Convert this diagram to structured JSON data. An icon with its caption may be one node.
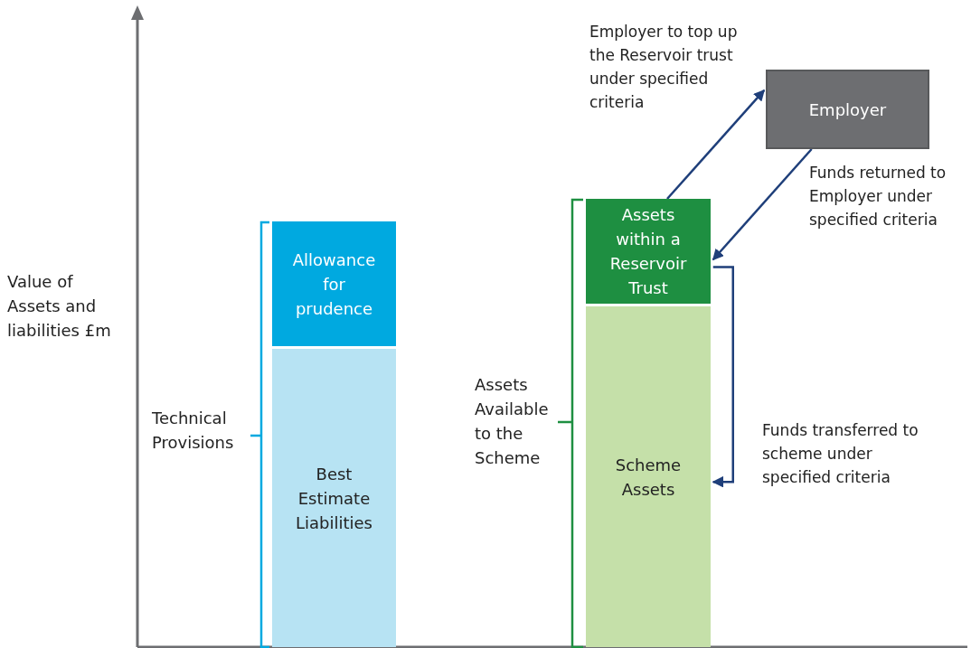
{
  "diagram": {
    "nodes": [
      {
        "text": [
          "Allowance for prudence"
        ]
      },
      {
        "text": [
          "Best Estimate Liabilities"
        ]
      },
      {
        "text": [
          "Assets within a Reservoir Trust"
        ]
      },
      {
        "text": [
          "Scheme Assets"
        ]
      },
      {
        "text": [
          "Employer"
        ]
      }
    ],
    "edges": [
      {
        "from": 2,
        "to": 4,
        "arrow": "to",
        "label": "Employer to top up the Reservoir trust under specified criteria"
      },
      {
        "from": 4,
        "to": 2,
        "arrow": "to",
        "label": "Funds returned to Employer under specified criteria"
      },
      {
        "from": 2,
        "to": 3,
        "arrow": "to",
        "label": "Funds transferred to scheme under specified criteria"
      }
    ],
    "labels": [
      "Value of Assets and liabilities £m",
      "Technical Provisions",
      "Assets Available to the Scheme"
    ]
  }
}
